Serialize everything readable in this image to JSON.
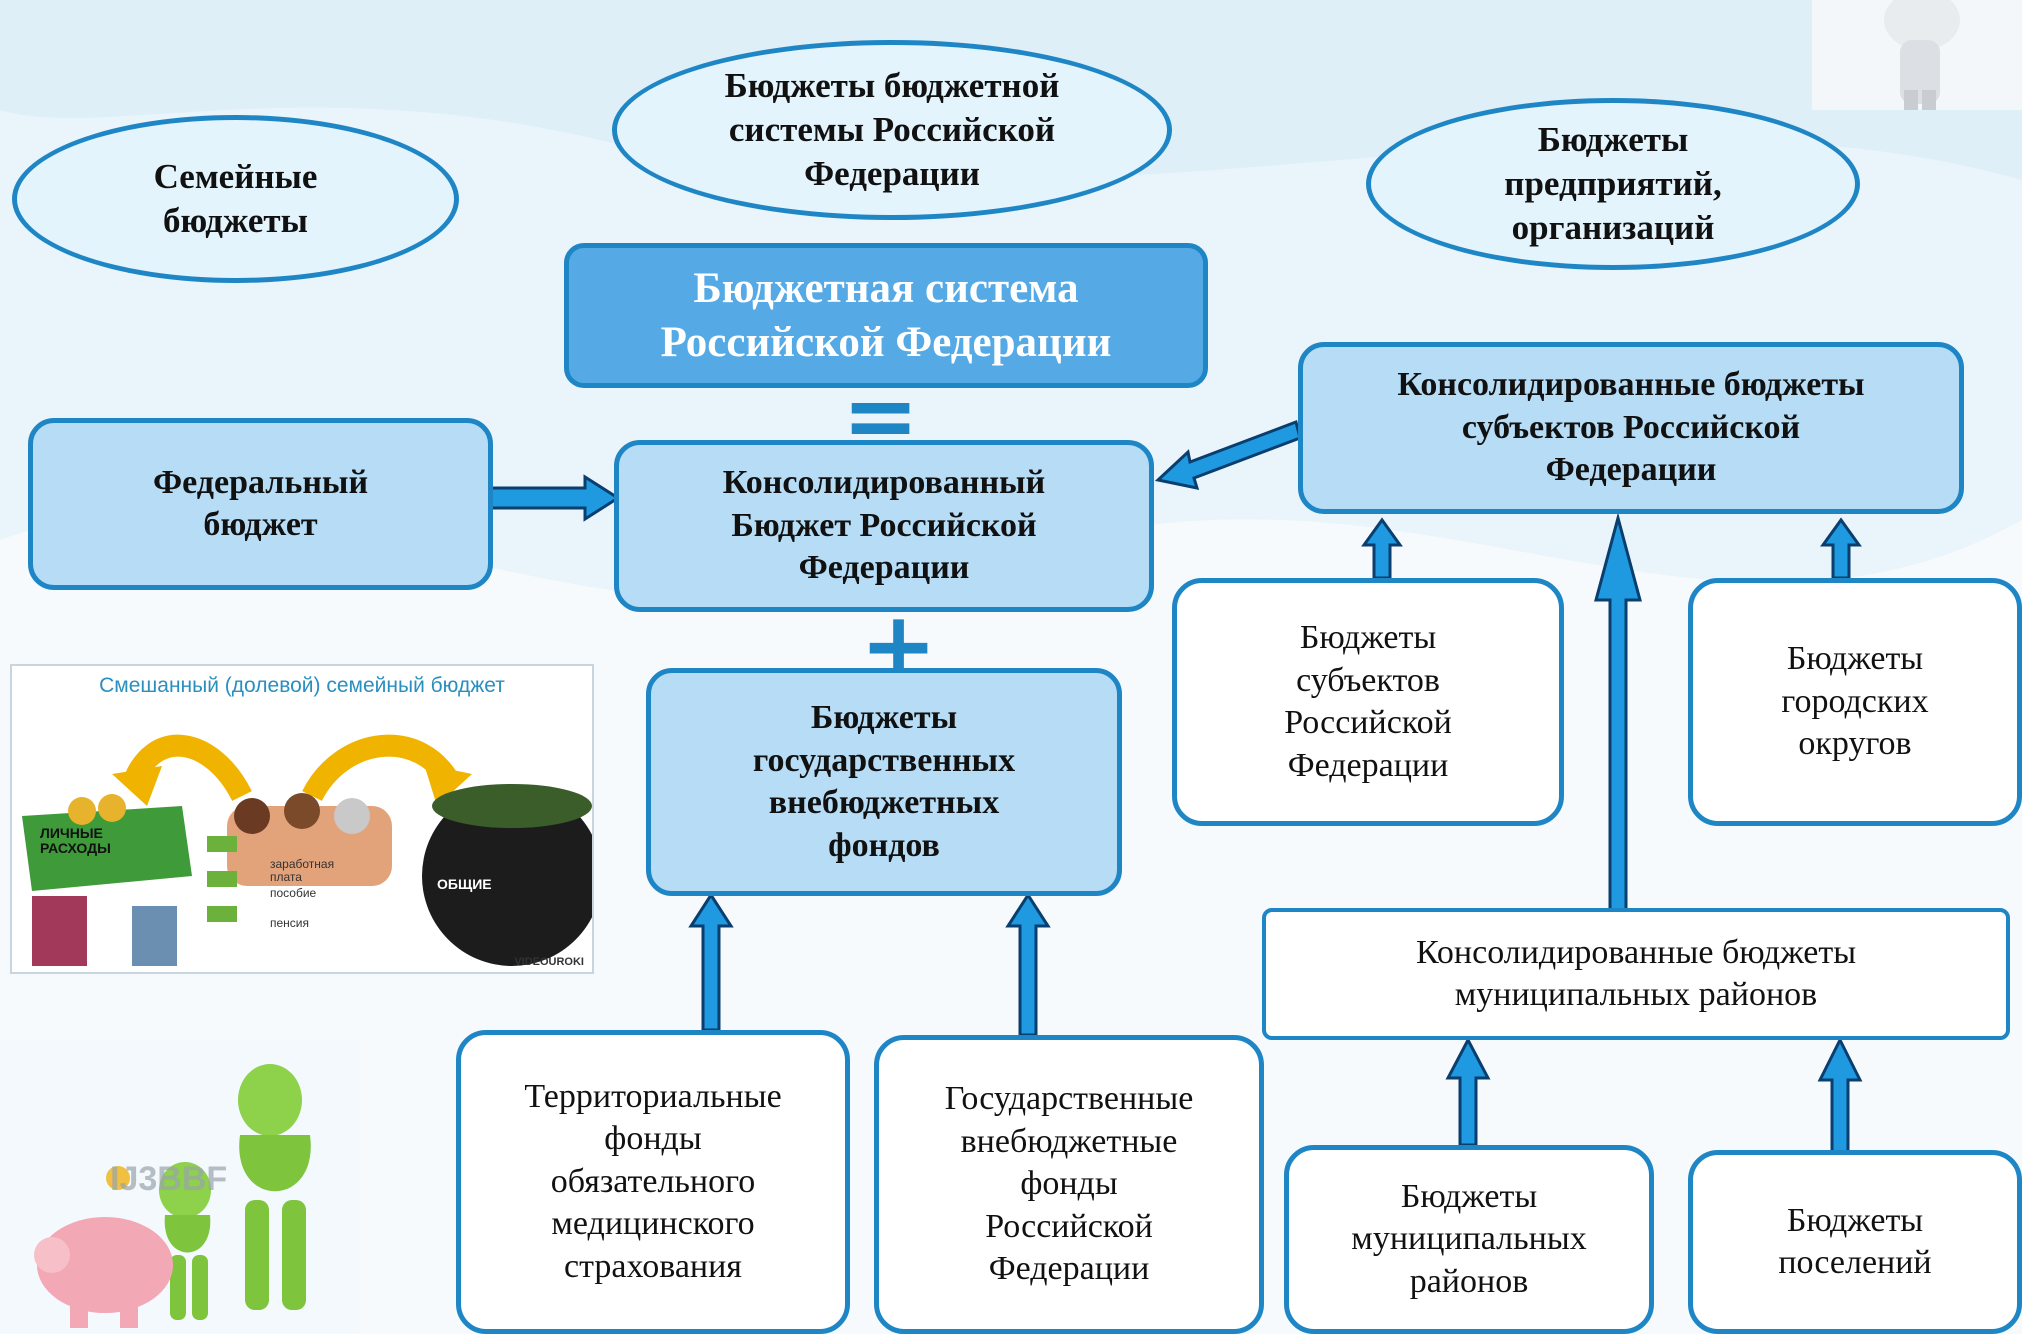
{
  "title_partial": "",
  "nodes": {
    "family_budgets": "Семейные\nбюджеты",
    "budget_system_budgets": "Бюджеты бюджетной\nсистемы Российской\nФедерации",
    "enterprise_budgets": "Бюджеты\nпредприятий,\nорганизаций",
    "budget_system": "Бюджетная система\nРоссийской Федерации",
    "federal_budget": "Федеральный\nбюджет",
    "consolidated_rf": "Консолидированный\nБюджет Российской\nФедерации",
    "consolidated_subjects": "Консолидированные бюджеты\nсубъектов Российской\nФедерации",
    "state_funds_budgets": "Бюджеты\nгосударственных\nвнебюджетных\nфондов",
    "subjects_budgets": "Бюджеты\nсубъектов\nРоссийской\nФедерации",
    "city_districts_budgets": "Бюджеты\nгородских\nокругов",
    "consolidated_municipal": "Консолидированные бюджеты\nмуниципальных районов",
    "territorial_funds": "Территориальные\nфонды\nобязательного\nмедицинского\nстрахования",
    "state_funds": "Государственные\nвнебюджетные\nфонды\nРоссийской\nФедерации",
    "municipal_budgets": "Бюджеты\nмуниципальных\nрайонов",
    "settlement_budgets": "Бюджеты\nпоселений"
  },
  "signs": {
    "equals": "=",
    "plus": "+"
  },
  "family_image": {
    "title": "Смешанный (долевой) семейный бюджет",
    "personal_expenses": "ЛИЧНЫЕ\nРАСХОДЫ",
    "income_salary": "заработная\nплата",
    "income_benefit": "пособие",
    "income_pension": "пенсия",
    "common_label": "ОБЩИЕ",
    "watermark": "VIDEOUROKI"
  },
  "piggy_watermark": "IJ3BBF",
  "colors": {
    "border": "#1f86c6",
    "dark_fill": "#55aae6",
    "mid_fill": "#b6dcf6",
    "light_fill": "#e4f4fd"
  }
}
